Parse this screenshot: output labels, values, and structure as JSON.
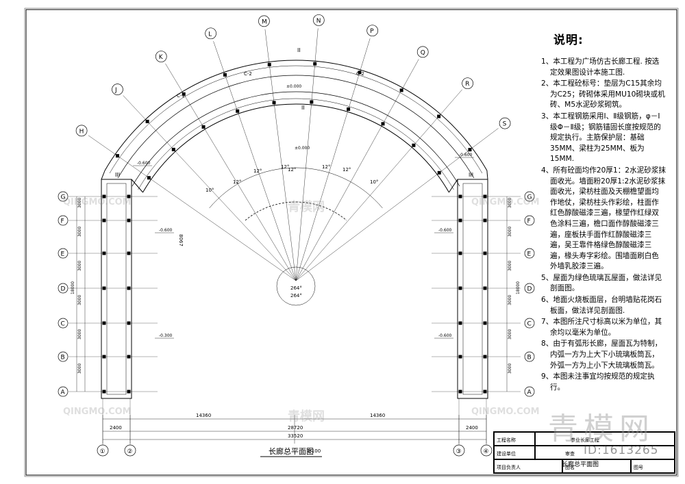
{
  "notes": {
    "title": "说明:",
    "items": [
      "1、本工程为广场仿古长廊工程. 按选定效果图设计本施工图.",
      "2、本工程砼标号：垫层为C15其余均为C25；砖砌体采用MU10砌块或机砖、M5水泥砂浆砌筑。",
      "3、本工程钢筋采用Ⅰ、Ⅱ级钢筋，φ－Ⅰ级Φ－Ⅱ级；钢筋锚固长度按规范的规定执行。主筋保护层：基础35MM、梁柱为25MM、板为15MM.",
      "4、所有砼面均作20厚1：2水泥砂浆抹面收光。墙面粉20厚1:2水泥砂浆抹面收光，梁枋柱面及天棚檐望面均作地仗，梁枋柱头作彩绘，柱面作红色醇酸磁漆三遍，椽望作红绿双色涂料三遍，檐口面作醇酸磁漆三遍，座板扶手面作红醇酸磁漆三遍，吴王靠件格绿色醇酸磁漆三遍，椽头寿字彩绘。围墙面刷白色外墙乳胶漆三遍。",
      "5、屋面为绿色琉璃瓦屋面，做法详见剖面图。",
      "6、地面火烧板面层，台明墙贴花岗石板面，做法详见剖面图.",
      "7、本图所注尺寸标高以米为单位，其余均以毫米为单位。",
      "8、由于有弧形长廊，屋面瓦为特制，内弧一方为上大下小琉璃板筒瓦，外弧一方为上小下大琉璃板筒瓦。",
      "9、本图未注事宜均按规范的规定执行。"
    ]
  },
  "plan": {
    "title": "长廊总平面图",
    "scale": "1:100",
    "arc_axes": [
      "H",
      "J",
      "K",
      "L",
      "M",
      "N",
      "P",
      "Q",
      "R",
      "S"
    ],
    "left_axes": [
      "G",
      "F",
      "E",
      "D",
      "C",
      "B",
      "A"
    ],
    "right_axes": [
      "G",
      "F",
      "E",
      "D",
      "C",
      "B",
      "A"
    ],
    "bottom_axes": [
      "①",
      "②",
      "③",
      "④"
    ],
    "dims_bottom_top": [
      "14360",
      "14360"
    ],
    "dims_bottom_mid": [
      "2400",
      "28720",
      "2400"
    ],
    "dims_bottom_total": "33520",
    "dims_left_col": [
      "3000",
      "3000",
      "3000",
      "3000",
      "3000",
      "3000"
    ],
    "dims_left_total": "18000",
    "angles": [
      "10°",
      "12°",
      "12°",
      "12°",
      "10°"
    ],
    "center_angle": "264°",
    "levels": [
      "±0.000",
      "-0.600",
      "-0.300",
      "-0.600",
      "-0.600",
      "-0.600"
    ],
    "section_marks": [
      "II",
      "II",
      "III",
      "III",
      "C-2",
      "C-2",
      "C-1"
    ],
    "radius_label": "8067"
  },
  "title_block": {
    "project_label": "工程名称",
    "project_name": "参业长廊工程",
    "unit_label": "建设单位",
    "drawing_label": "图名",
    "drawing_name": "长廊总平面图",
    "drafter_label": "项目负责人",
    "check_label": "审查",
    "sheet_label": "图号"
  },
  "watermark": {
    "brand": "青模网",
    "id_text": "ID:1613265",
    "site": "QINGMO.COM"
  }
}
